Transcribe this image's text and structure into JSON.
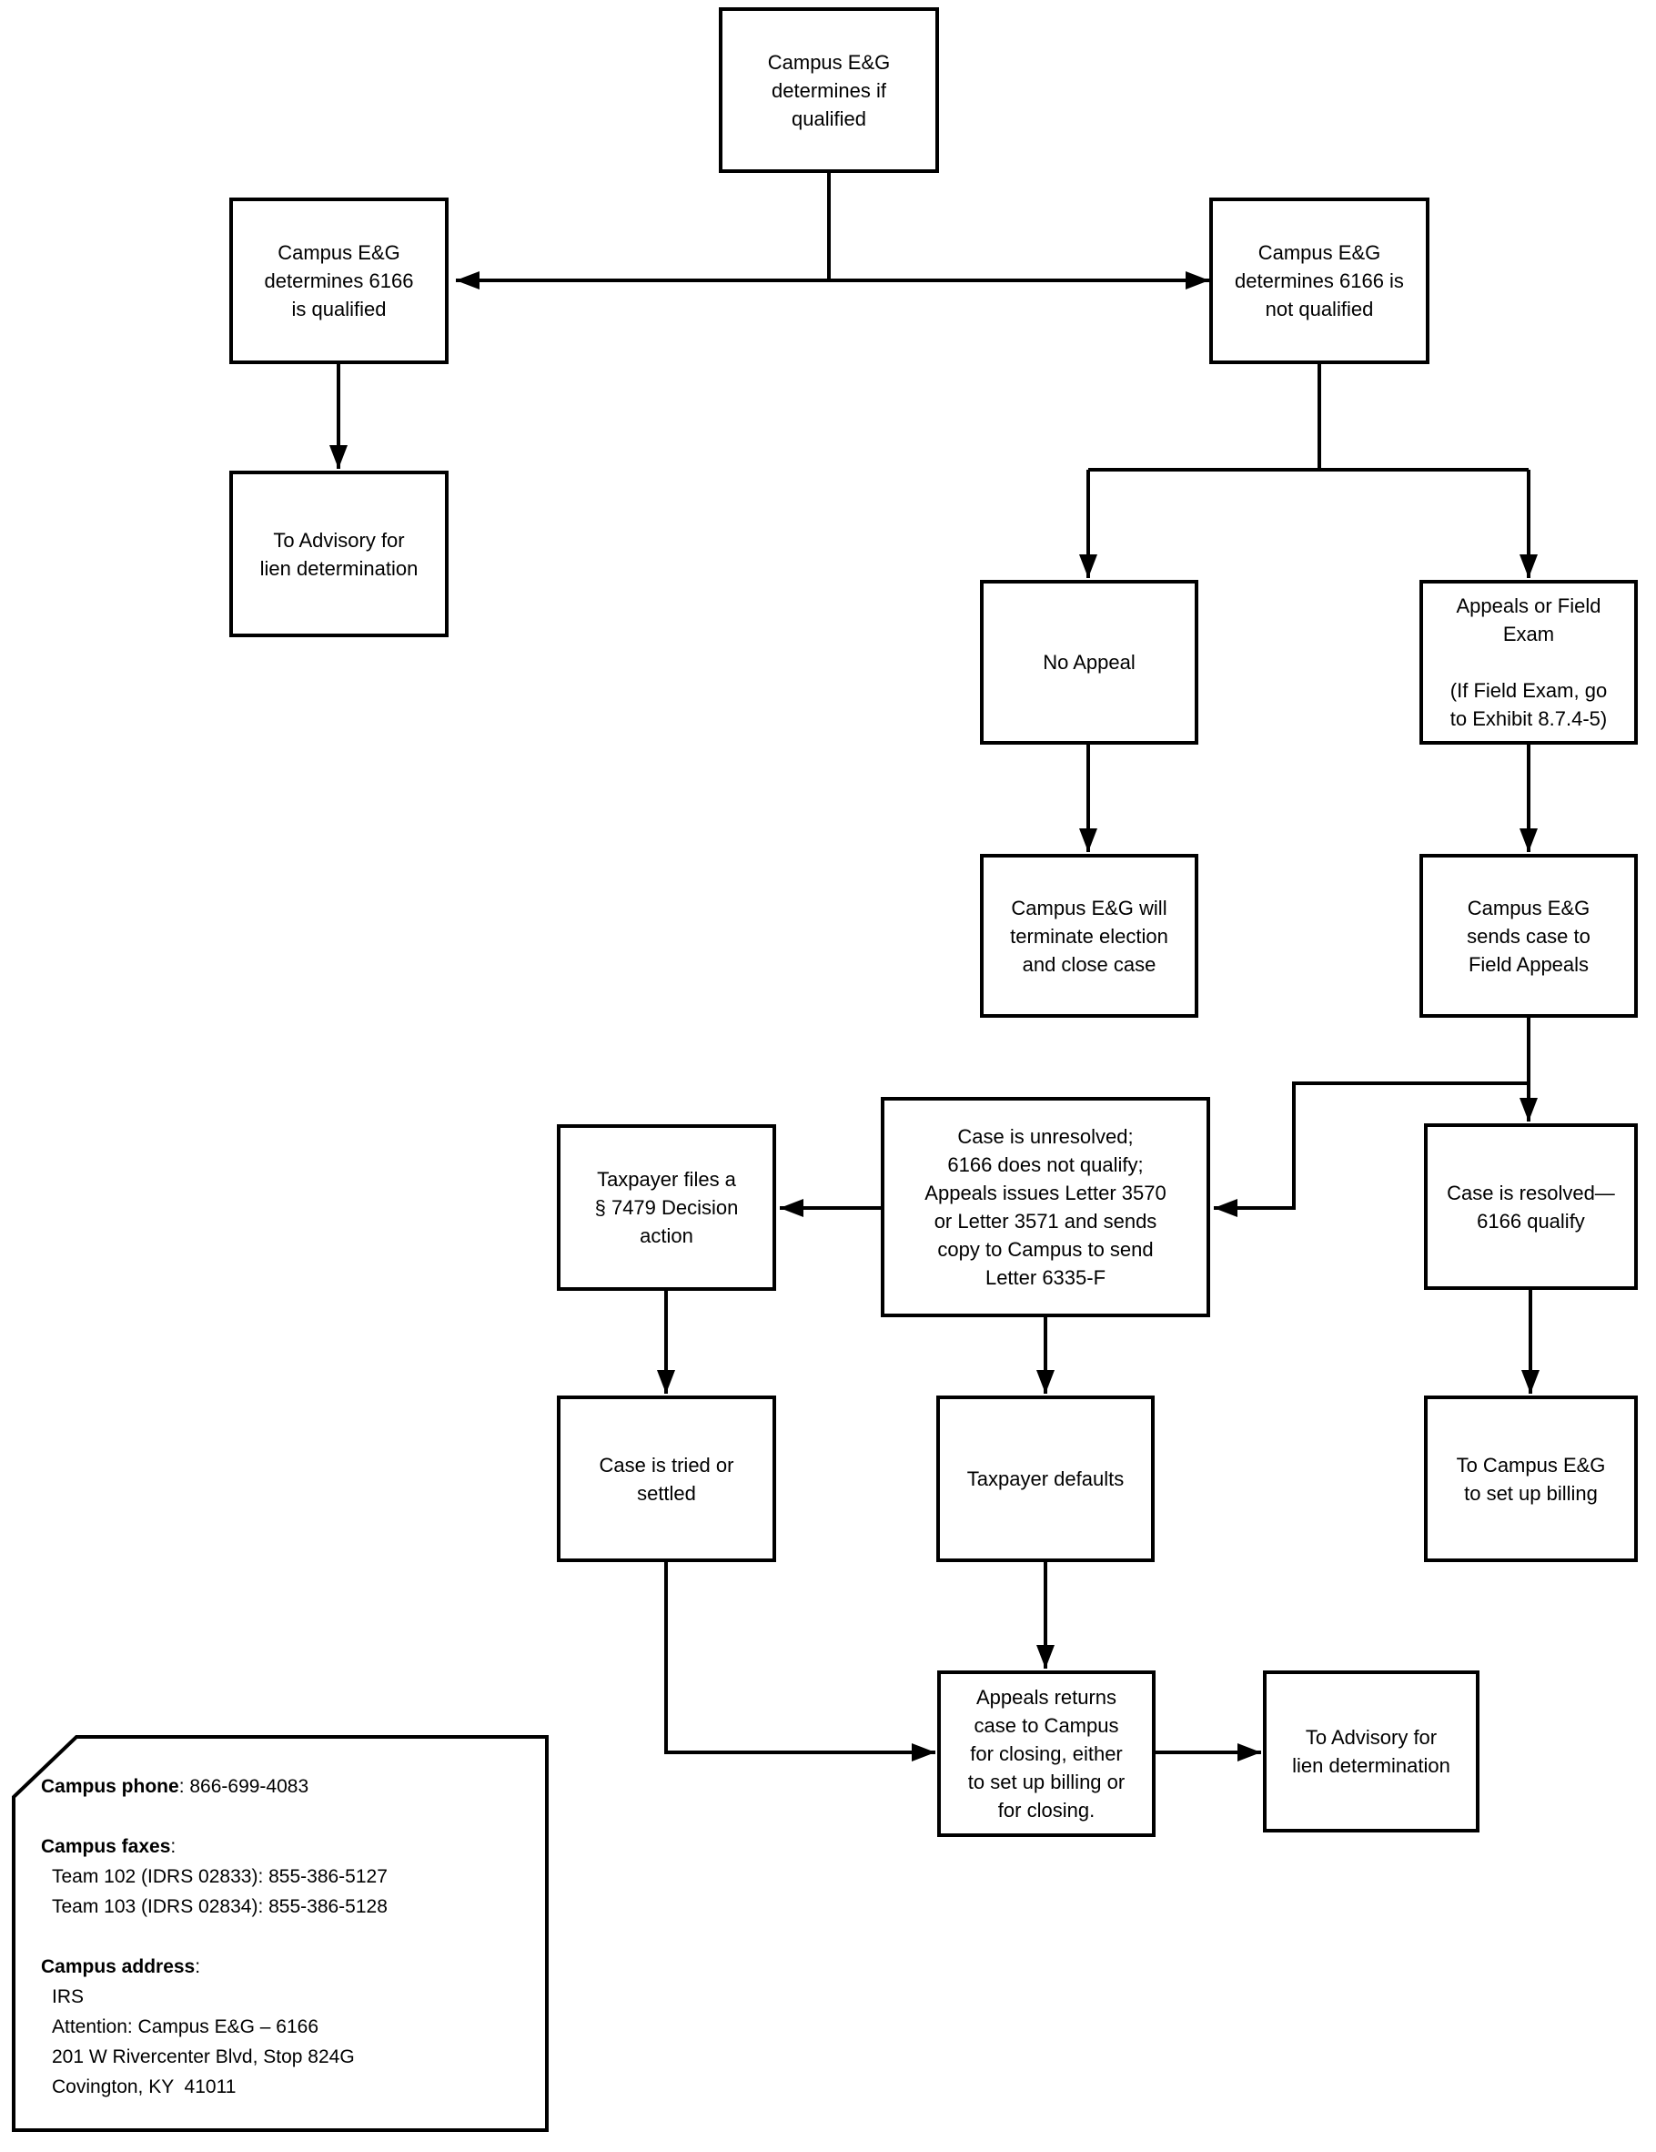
{
  "colors": {
    "line": "#000000",
    "box_fill": "#ffffff",
    "text": "#000000",
    "background": "#ffffff"
  },
  "nodes": {
    "start": "Campus E&G\ndetermines if\nqualified",
    "qualified": "Campus E&G\ndetermines 6166\nis qualified",
    "advisory_left": "To Advisory for\nlien determination",
    "not_qualified": "Campus E&G\ndetermines 6166 is\nnot qualified",
    "no_appeal": "No Appeal",
    "appeals_or_field_exam": "Appeals or Field\nExam\n\n(If Field Exam, go\nto Exhibit 8.7.4-5)",
    "terminate": "Campus E&G will\nterminate election\nand close case",
    "send_field_appeals": "Campus E&G\nsends case to\nField Appeals",
    "unresolved": "Case is unresolved;\n6166 does not qualify;\nAppeals issues Letter 3570\nor Letter 3571 and sends\ncopy to Campus to send\nLetter 6335-F",
    "taxpayer_files": "Taxpayer files a\n§ 7479 Decision\naction",
    "resolved": "Case is resolved—\n6166 qualify",
    "tried_settled": "Case is tried or\nsettled",
    "taxpayer_defaults": "Taxpayer defaults",
    "campus_billing": "To Campus E&G\nto set up billing",
    "appeals_returns": "Appeals returns\ncase to Campus\nfor closing, either\nto set up billing or\nfor closing.",
    "advisory_right": "To Advisory for\nlien determination"
  },
  "info_box": {
    "phone_label": "Campus phone",
    "phone_rest": ": 866-699-4083",
    "faxes_label": "Campus faxes",
    "faxes_rest": ":",
    "fax_lines": [
      "Team 102 (IDRS 02833): 855-386-5127",
      "Team 103 (IDRS 02834): 855-386-5128"
    ],
    "address_label": "Campus address",
    "address_rest": ":",
    "address_lines": [
      "IRS",
      "Attention: Campus E&G – 6166",
      "201 W Rivercenter Blvd, Stop 824G",
      "Covington, KY  41011"
    ]
  }
}
